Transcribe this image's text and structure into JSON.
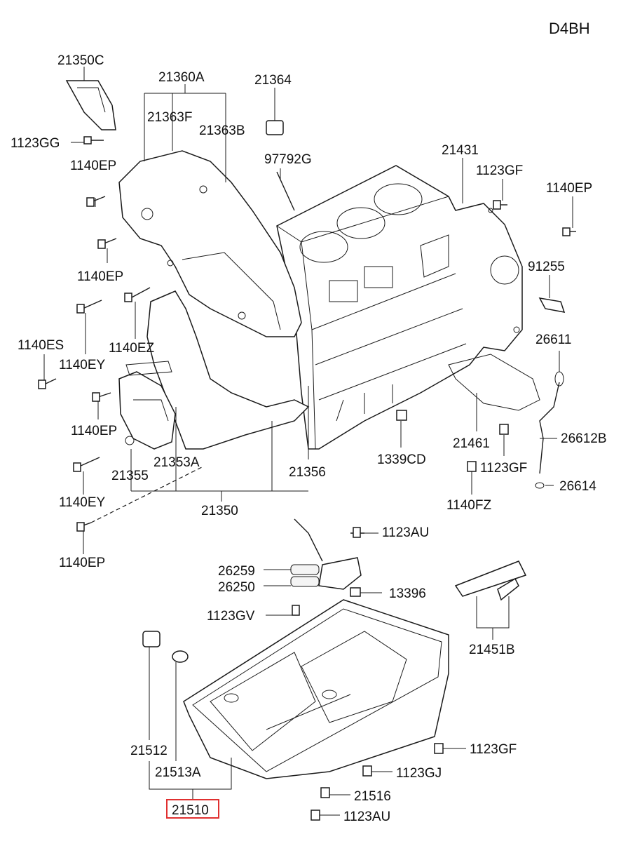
{
  "diagram": {
    "model_code": "D4BH",
    "highlight_color": "#e03030",
    "highlighted_part": "21510",
    "labels": {
      "p21350C": "21350C",
      "p1123GG": "1123GG",
      "p21360A": "21360A",
      "p21363F": "21363F",
      "p21363B": "21363B",
      "p21364": "21364",
      "p97792G": "97792G",
      "p21431": "21431",
      "p1123GF_a": "1123GF",
      "p1140EP_a": "1140EP",
      "p1140EP_b": "1140EP",
      "p1140EP_c": "1140EP",
      "p91255": "91255",
      "p1140ES": "1140ES",
      "p1140EZ": "1140EZ",
      "p1140EY_a": "1140EY",
      "p26611": "26611",
      "p1140EP_d": "1140EP",
      "p1339CD": "1339CD",
      "p21461": "21461",
      "p26612B": "26612B",
      "p21353A": "21353A",
      "p21355": "21355",
      "p21356": "21356",
      "p1123GF_b": "1123GF",
      "p26614": "26614",
      "p1140EY_b": "1140EY",
      "p21350": "21350",
      "p1140FZ": "1140FZ",
      "p1123AU_a": "1123AU",
      "p1140EP_e": "1140EP",
      "p26259": "26259",
      "p26250": "26250",
      "p13396": "13396",
      "p1123GV": "1123GV",
      "p21451B": "21451B",
      "p21512": "21512",
      "p21513A": "21513A",
      "p1123GF_c": "1123GF",
      "p1123GJ": "1123GJ",
      "p21516": "21516",
      "p21510": "21510",
      "p1123AU_b": "1123AU"
    }
  }
}
